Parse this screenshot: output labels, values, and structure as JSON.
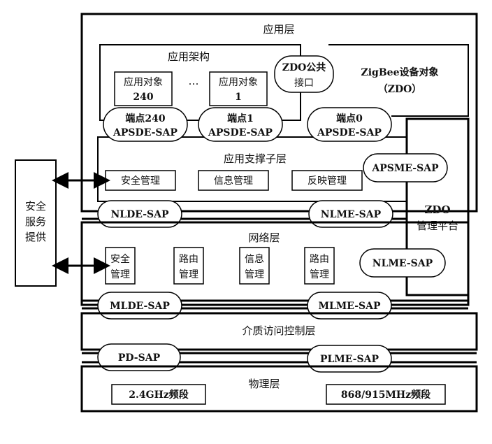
{
  "layers": {
    "application": "应用层",
    "app_framework": "应用架构",
    "zdo_public_interface": [
      "ZDO公共",
      "接口"
    ],
    "zdo_object": [
      "ZigBee设备对象",
      "（ZDO）"
    ],
    "aps_sublayer": "应用支撑子层",
    "network": "网络层",
    "mac": "介质访问控制层",
    "physical": "物理层"
  },
  "app_objects": {
    "obj240": [
      "应用对象",
      "240"
    ],
    "ellipsis": "…",
    "obj1": [
      "应用对象",
      "1"
    ]
  },
  "endpoints": {
    "ep240": [
      "端点240",
      "APSDE-SAP"
    ],
    "ep1": [
      "端点1",
      "APSDE-SAP"
    ],
    "ep0": [
      "端点0",
      "APSDE-SAP"
    ]
  },
  "aps_boxes": [
    "安全管理",
    "信息管理",
    "反映管理"
  ],
  "nwk_boxes": [
    [
      "安全",
      "管理"
    ],
    [
      "路由",
      "管理"
    ],
    [
      "信息",
      "管理"
    ],
    [
      "路由",
      "管理"
    ]
  ],
  "saps": {
    "apsme": "APSME-SAP",
    "nlde": "NLDE-SAP",
    "nlme_top": "NLME-SAP",
    "nlme_right": "NLME-SAP",
    "mlde": "MLDE-SAP",
    "mlme": "MLME-SAP",
    "pd": "PD-SAP",
    "plme": "PLME-SAP"
  },
  "zdo_platform": [
    "ZDO",
    "管理平台"
  ],
  "security_provider": [
    "安全",
    "服务",
    "提供"
  ],
  "phy_bands": [
    "2.4GHz频段",
    "868/915MHz频段"
  ]
}
